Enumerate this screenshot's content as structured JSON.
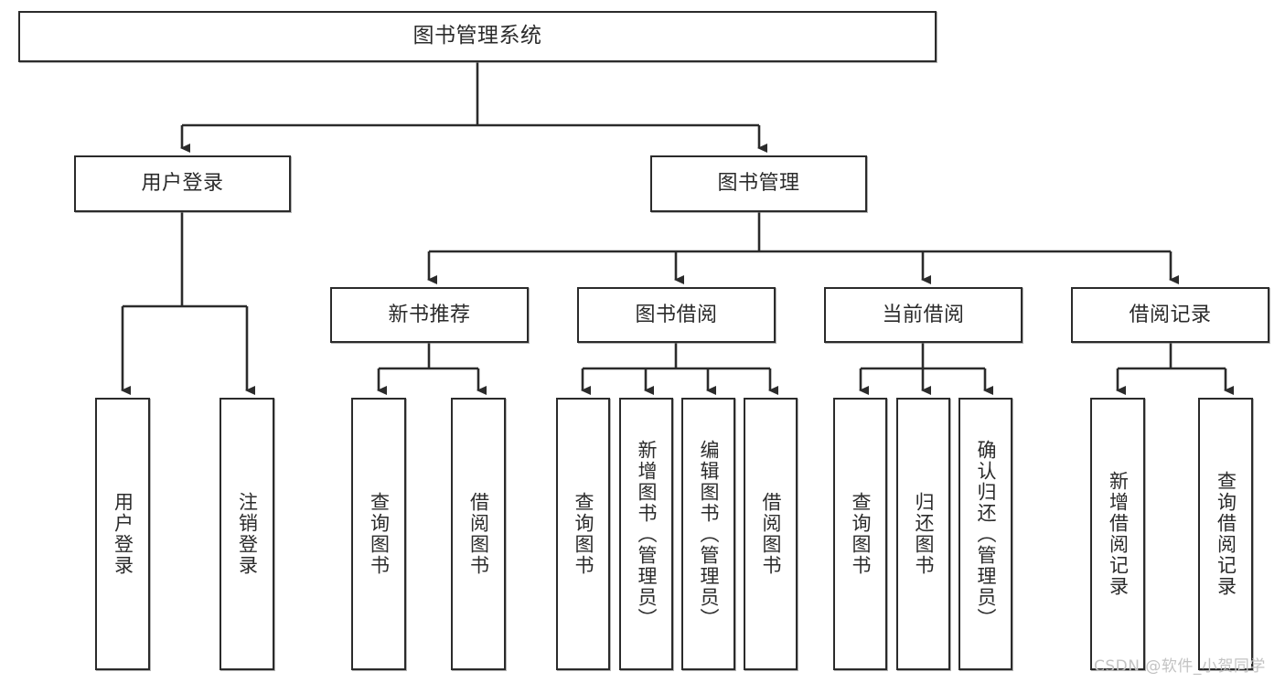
{
  "diagram": {
    "title": "图书管理系统",
    "type": "tree-hierarchy",
    "orientation": "top-down",
    "colors": {
      "box_border": "#2b2b2b",
      "box_fill": "#ffffff",
      "edge": "#2b2b2b",
      "text": "#2b2b2b",
      "watermark": "#c3c3c3",
      "background": "#ffffff"
    }
  },
  "root": {
    "label": "图书管理系统"
  },
  "level2": {
    "user_login": {
      "label": "用户登录"
    },
    "book_manage": {
      "label": "图书管理"
    }
  },
  "level3": {
    "new_book_rec": {
      "label": "新书推荐"
    },
    "book_borrow": {
      "label": "图书借阅"
    },
    "current_borrow": {
      "label": "当前借阅"
    },
    "borrow_record": {
      "label": "借阅记录"
    }
  },
  "leaves": {
    "user_login": [
      {
        "label": "用户登录"
      },
      {
        "label": "注销登录"
      }
    ],
    "new_book_rec": [
      {
        "label": "查询图书"
      },
      {
        "label": "借阅图书"
      }
    ],
    "book_borrow": [
      {
        "label": "查询图书"
      },
      {
        "label": "新增图书（管理员）"
      },
      {
        "label": "编辑图书（管理员）"
      },
      {
        "label": "借阅图书"
      }
    ],
    "current_borrow": [
      {
        "label": "查询图书"
      },
      {
        "label": "归还图书"
      },
      {
        "label": "确认归还（管理员）"
      }
    ],
    "borrow_record": [
      {
        "label": "新增借阅记录"
      },
      {
        "label": "查询借阅记录"
      }
    ]
  },
  "watermark": {
    "text": "CSDN @软件_小贺同学"
  }
}
